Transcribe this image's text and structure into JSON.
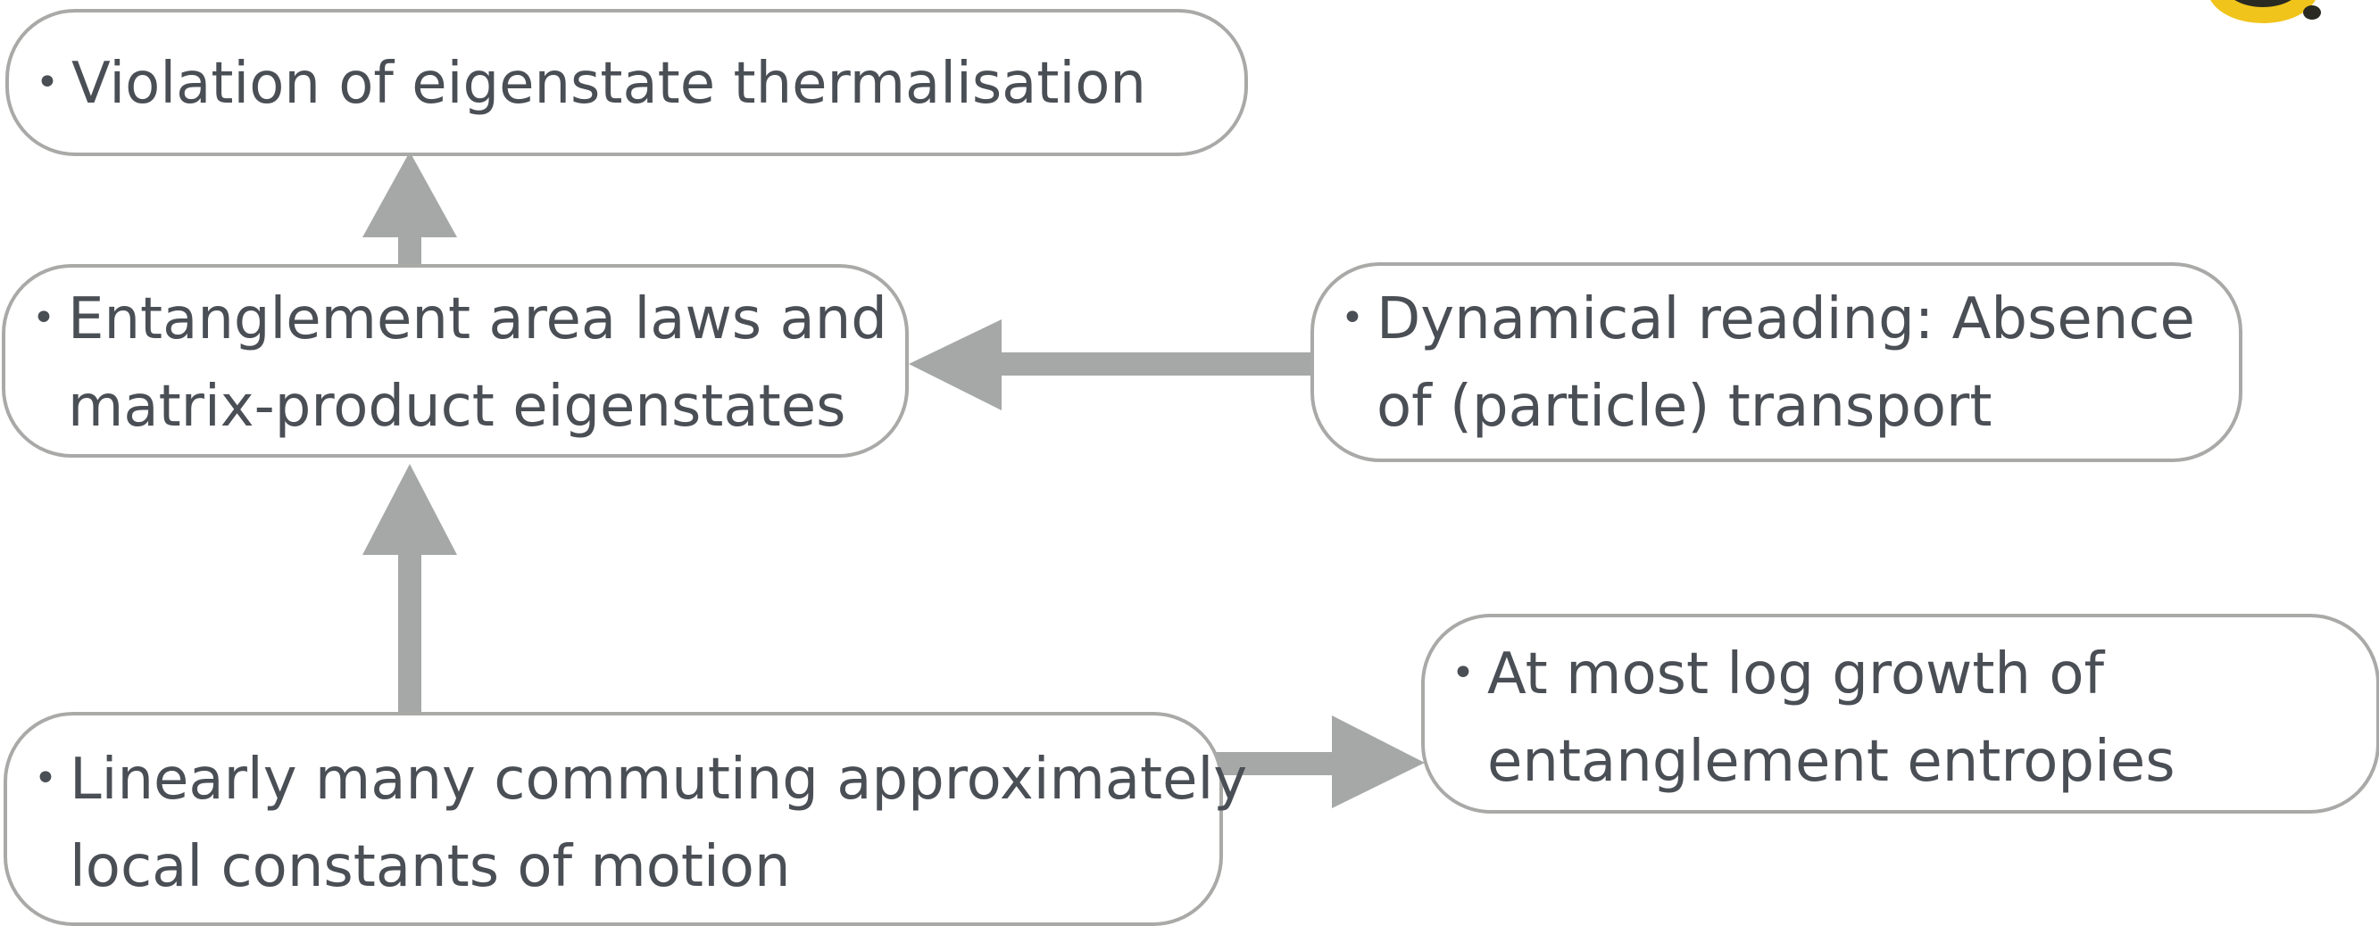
{
  "nodes": {
    "violation": {
      "lines": [
        "Violation of eigenstate thermalisation"
      ]
    },
    "area_laws": {
      "lines": [
        "Entanglement area laws and",
        "matrix-product eigenstates"
      ]
    },
    "dynamical": {
      "lines": [
        "Dynamical reading: Absence",
        "of (particle) transport"
      ]
    },
    "linearly": {
      "lines": [
        "Linearly many commuting approximately",
        "local constants of motion"
      ]
    },
    "log_growth": {
      "lines": [
        "At most log growth of",
        "entanglement entropies"
      ]
    }
  },
  "colors": {
    "arrow": "#a6a8a7",
    "border": "#a9aaa8",
    "text": "#4a4e55",
    "logo_gold": "#f0c41b"
  },
  "icons": {
    "logo": "partial-logo-icon"
  }
}
